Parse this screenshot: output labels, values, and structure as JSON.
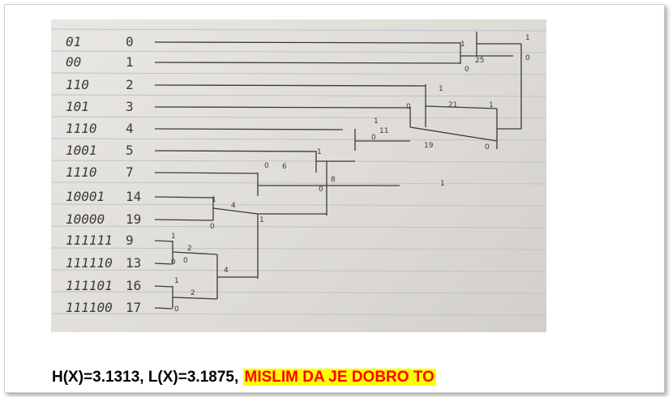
{
  "photo": {
    "rows": [
      {
        "code": "01",
        "symbol": "0"
      },
      {
        "code": "00",
        "symbol": "1"
      },
      {
        "code": "110",
        "symbol": "2"
      },
      {
        "code": "101",
        "symbol": "3"
      },
      {
        "code": "1110",
        "symbol": "4"
      },
      {
        "code": "1001",
        "symbol": "5"
      },
      {
        "code": "1110",
        "symbol": "7"
      },
      {
        "code": "10001",
        "symbol": "14"
      },
      {
        "code": "10000",
        "symbol": "19"
      },
      {
        "code": "111111",
        "symbol": "9"
      },
      {
        "code": "111110",
        "symbol": "13"
      },
      {
        "code": "111101",
        "symbol": "16"
      },
      {
        "code": "111100",
        "symbol": "17"
      }
    ],
    "node_labels": [
      "1",
      "0",
      "1",
      "0",
      "1",
      "0",
      "1",
      "0",
      "1",
      "0",
      "1",
      "0",
      "1",
      "0",
      "1",
      "0",
      "1",
      "0",
      "1",
      "0",
      "1",
      "0",
      "25",
      "21",
      "19",
      "11",
      "6",
      "8",
      "4",
      "2",
      "4",
      "2"
    ]
  },
  "caption": {
    "formula": "H(X)=3.1313, L(X)=3.1875, ",
    "note": "MISLIM DA JE DOBRO TO"
  },
  "colors": {
    "ink": "#3a3a3a",
    "ruled_line": "#b9c3cf",
    "highlight_bg": "#ffff00",
    "highlight_text": "#ff0000"
  }
}
